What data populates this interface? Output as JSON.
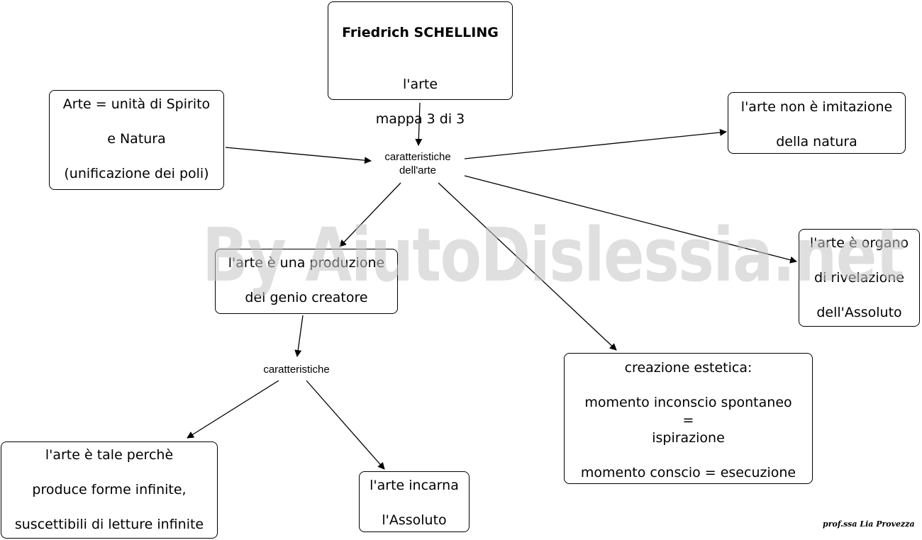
{
  "nodes": {
    "title": {
      "line1": "Friedrich SCHELLING",
      "rest": "\nl'arte\n\nmappa 3 di 3"
    },
    "arte_unita": {
      "text": "Arte = unità di Spirito\n\ne Natura\n\n(unificazione dei poli)"
    },
    "non_imitazione": {
      "text": "l'arte non è imitazione\n\ndella natura"
    },
    "organo": {
      "text": "l'arte è organo\n\ndi rivelazione\n\ndell'Assoluto"
    },
    "produzione": {
      "text": "l'arte è una produzione\n\ndel genio creatore"
    },
    "creazione": {
      "text": "creazione  estetica:\n\nmomento inconscio spontaneo\n=\nispirazione\n\nmomento conscio =  esecuzione"
    },
    "tale_perche": {
      "text": "l'arte è tale perchè\n\nproduce forme infinite,\n\nsuscettibili di letture infinite"
    },
    "incarna": {
      "text": "l'arte incarna\n\nl'Assoluto"
    }
  },
  "labels": {
    "caratteristiche_arte": "caratteristiche\ndell'arte",
    "caratteristiche": "caratteristiche"
  },
  "watermark": "By AiutoDislessia.net",
  "signature": "prof.ssa Lia Provezza",
  "colors": {
    "line": "#000000",
    "box_border": "#000000",
    "watermark": "#c6c6c6"
  }
}
